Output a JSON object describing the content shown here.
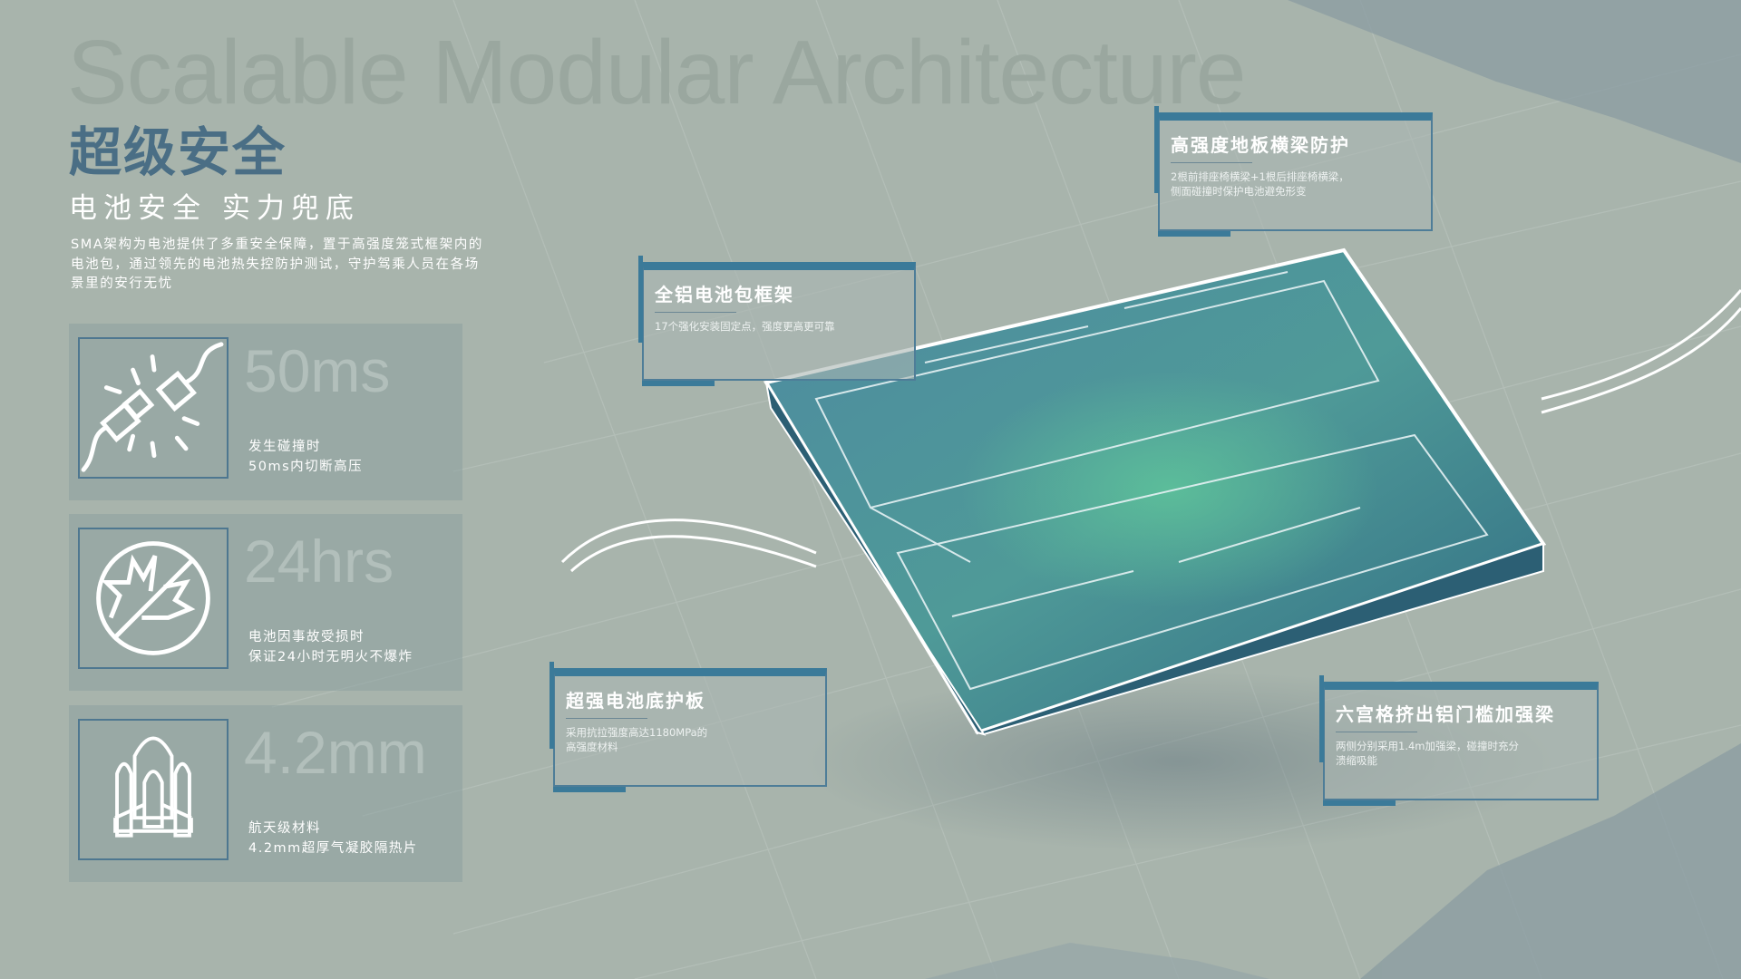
{
  "watermark": "Scalable Modular Architecture",
  "title": "超级安全",
  "subtitle": "电池安全 实力兜底",
  "intro": "SMA架构为电池提供了多重安全保障，置于高强度笼式框架内的电池包，通过领先的电池热失控防护测试，守护驾乘人员在各场景里的安行无忧",
  "stats": [
    {
      "icon": "unplug-icon",
      "value": "50ms",
      "line1": "发生碰撞时",
      "line2": "50ms内切断高压"
    },
    {
      "icon": "no-explosion-icon",
      "value": "24hrs",
      "line1": "电池因事故受损时",
      "line2": "保证24小时无明火不爆炸"
    },
    {
      "icon": "space-shuttle-icon",
      "value": "4.2mm",
      "line1": "航天级材料",
      "line2": "4.2mm超厚气凝胶隔热片"
    }
  ],
  "callouts": [
    {
      "title": "高强度地板横梁防护",
      "text": "2根前排座椅横梁+1根后排座椅横梁，\n侧面碰撞时保护电池避免形变"
    },
    {
      "title": "全铝电池包框架",
      "text": "17个强化安装固定点，强度更高更可靠"
    },
    {
      "title": "超强电池底护板",
      "text": "采用抗拉强度高达1180MPa的\n高强度材料"
    },
    {
      "title": "六宫格挤出铝门槛加强梁",
      "text": "两侧分别采用1.4m加强梁，碰撞时充分\n溃缩吸能"
    }
  ],
  "colors": {
    "background": "#a8b4ac",
    "accent": "#3b7a99",
    "title": "#4a6e85",
    "battery": "#3d7890",
    "glow": "#5ec39a"
  }
}
